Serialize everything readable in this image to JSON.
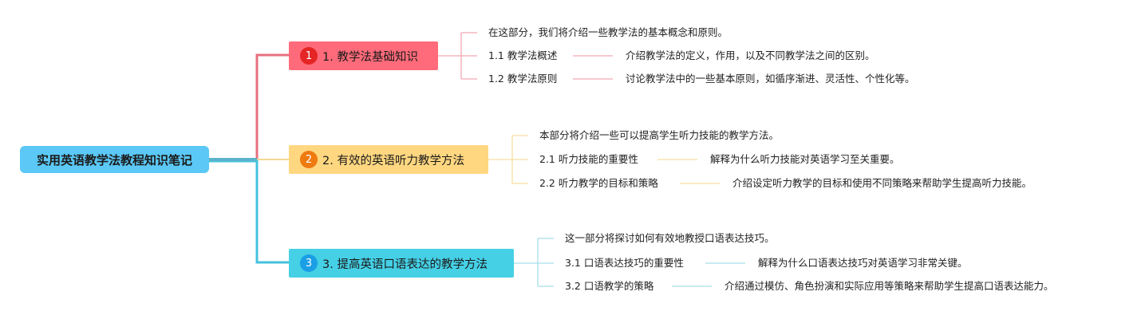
{
  "root": {
    "label": "实用英语教学法教程知识笔记"
  },
  "branches": [
    {
      "number": "1",
      "label": "1. 教学法基础知识",
      "color": "#FF6B7A",
      "intro": "在这部分，我们将介绍一些教学法的基本概念和原则。",
      "items": [
        {
          "title": "1.1 教学法概述",
          "desc": "介绍教学法的定义，作用，以及不同教学法之间的区别。"
        },
        {
          "title": "1.2 教学法原则",
          "desc": "讨论教学法中的一些基本原则，如循序渐进、灵活性、个性化等。"
        }
      ]
    },
    {
      "number": "2",
      "label": "2. 有效的英语听力教学方法",
      "color": "#FFD780",
      "intro": "本部分将介绍一些可以提高学生听力技能的教学方法。",
      "items": [
        {
          "title": "2.1 听力技能的重要性",
          "desc": "解释为什么听力技能对英语学习至关重要。"
        },
        {
          "title": "2.2 听力教学的目标和策略",
          "desc": "介绍设定听力教学的目标和使用不同策略来帮助学生提高听力技能。"
        }
      ]
    },
    {
      "number": "3",
      "label": "3. 提高英语口语表达的教学方法",
      "color": "#45D0E6",
      "intro": "这一部分将探讨如何有效地教授口语表达技巧。",
      "items": [
        {
          "title": "3.1 口语表达技巧的重要性",
          "desc": "解释为什么口语表达技巧对英语学习非常关键。"
        },
        {
          "title": "3.2 口语教学的策略",
          "desc": "介绍通过模仿、角色扮演和实际应用等策略来帮助学生提高口语表达能力。"
        }
      ]
    }
  ]
}
